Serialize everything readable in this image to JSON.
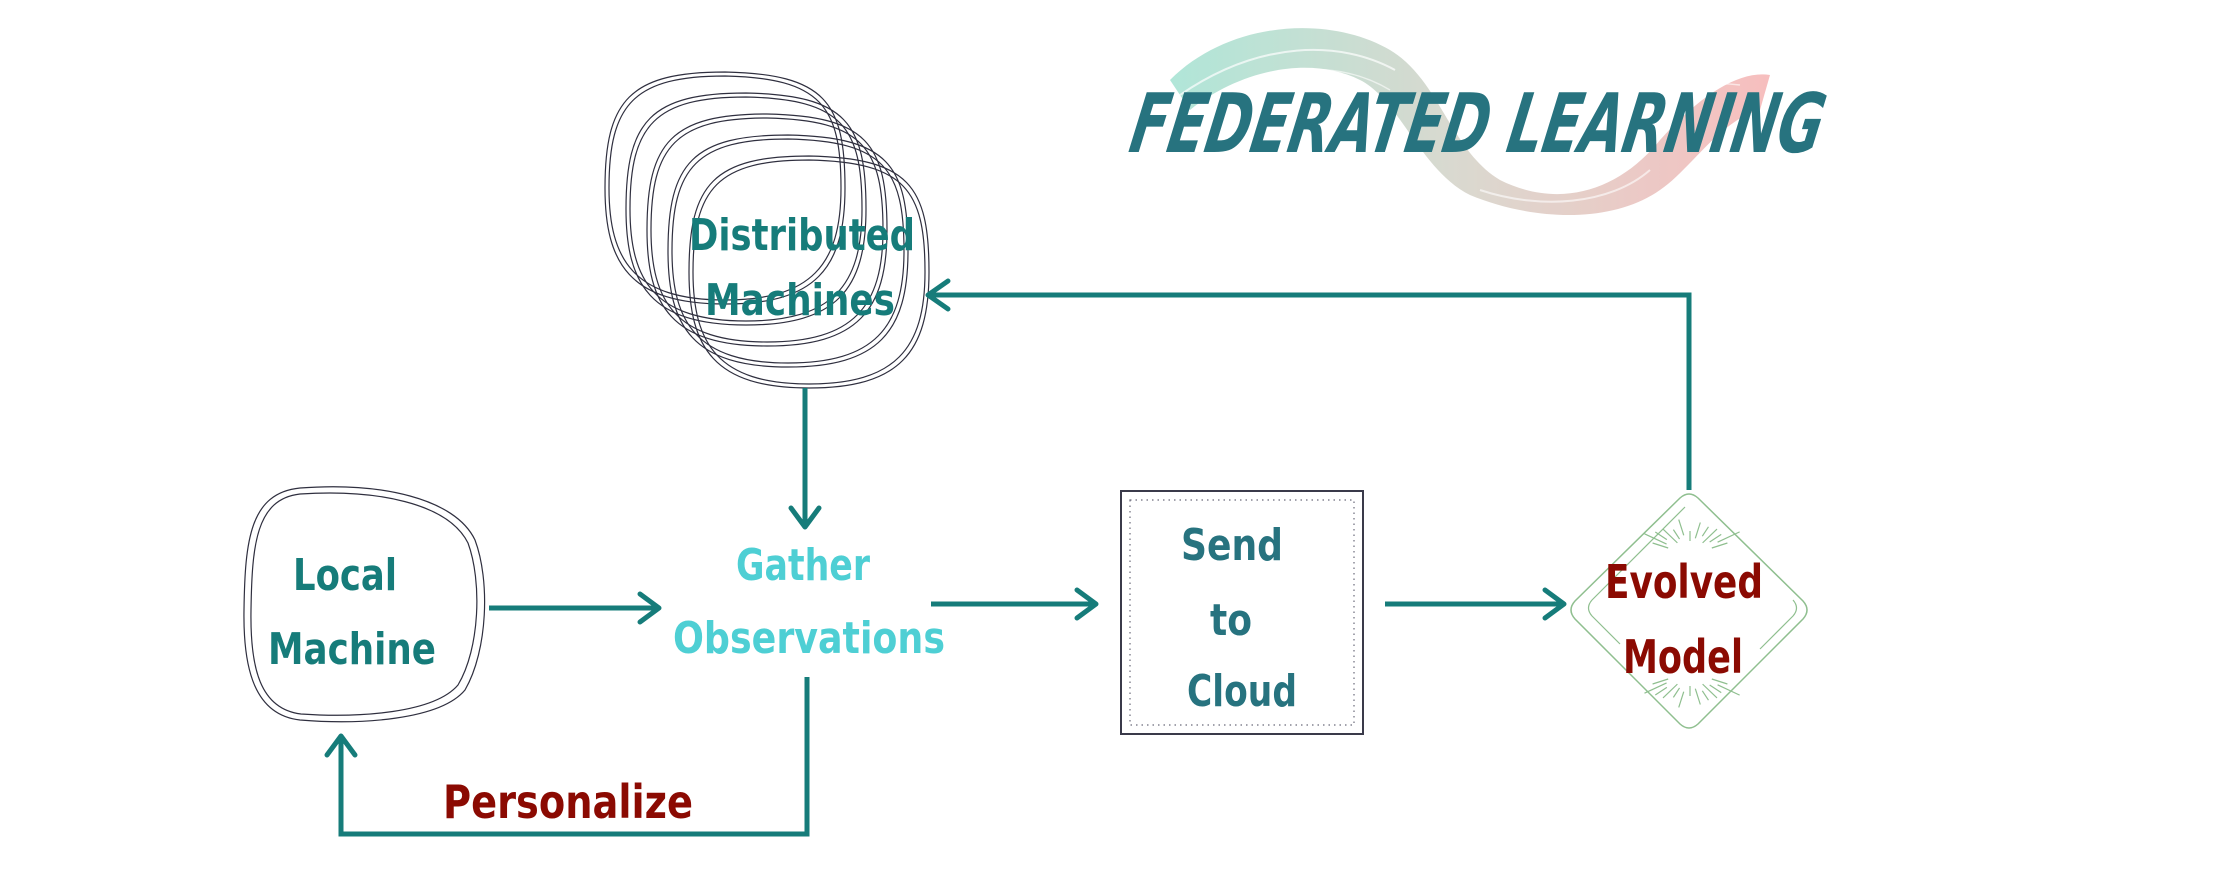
{
  "title": {
    "text": "FEDERATED LEARNING",
    "color": "#27737f",
    "brush_colors": [
      "#a8e4d4",
      "#d8d4ca",
      "#f7b8b8"
    ]
  },
  "nodes": {
    "distributed_machines": {
      "lines": [
        "Distributed",
        "Machines"
      ],
      "color": "#167c7a",
      "shape": "stacked-blobs",
      "stack_count": 5
    },
    "local_machine": {
      "lines": [
        "Local",
        "Machine"
      ],
      "color": "#167c7a",
      "shape": "double-blob"
    },
    "gather_observations": {
      "lines": [
        "Gather",
        "Observations"
      ],
      "color": "#4ecfd4",
      "shape": "none"
    },
    "send_to_cloud": {
      "lines": [
        "Send",
        "to",
        "Cloud"
      ],
      "color": "#27737f",
      "shape": "dotted-box"
    },
    "evolved_model": {
      "lines": [
        "Evolved",
        "Model"
      ],
      "color": "#8b0a02",
      "shape": "diamond"
    }
  },
  "edges": [
    {
      "from": "distributed_machines",
      "to": "gather_observations",
      "label": ""
    },
    {
      "from": "local_machine",
      "to": "gather_observations",
      "label": ""
    },
    {
      "from": "gather_observations",
      "to": "send_to_cloud",
      "label": ""
    },
    {
      "from": "send_to_cloud",
      "to": "evolved_model",
      "label": ""
    },
    {
      "from": "evolved_model",
      "to": "distributed_machines",
      "label": ""
    },
    {
      "from": "gather_observations",
      "to": "local_machine",
      "label": "Personalize"
    }
  ],
  "edge_label": {
    "personalize": "Personalize",
    "color": "#8b0a02"
  },
  "colors": {
    "edge": "#167c7a",
    "outline": "#2f2f3f",
    "diamond_outline": "#8fbf8f"
  }
}
